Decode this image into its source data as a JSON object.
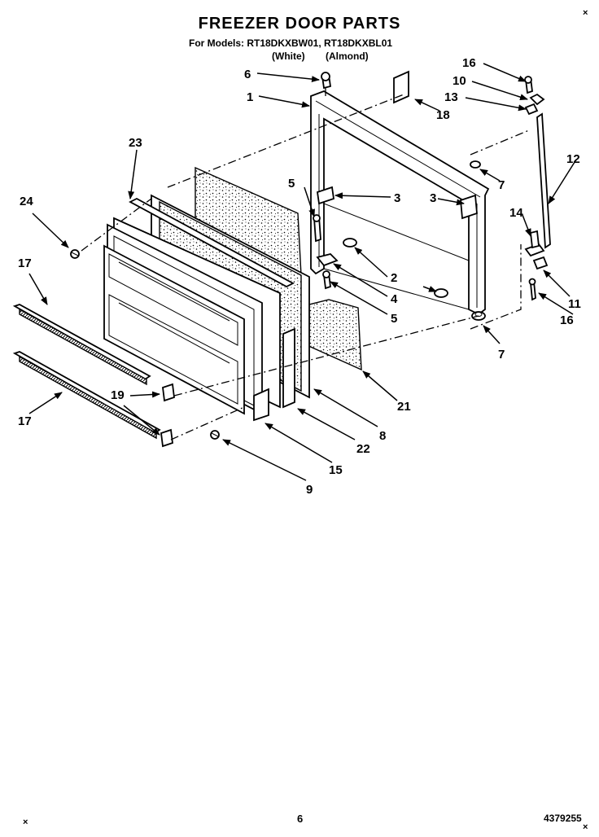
{
  "header": {
    "title": "FREEZER DOOR PARTS",
    "models_line": "For Models: RT18DKXBW01, RT18DKXBL01",
    "white_label": "(White)",
    "almond_label": "(Almond)"
  },
  "footer": {
    "page_number": "6",
    "doc_number": "4379255",
    "corner_mark_top": "×",
    "corner_mark_bottom_left": "×",
    "corner_mark_bottom_right": "×"
  },
  "callouts": {
    "c1": "1",
    "c2": "2",
    "c3a": "3",
    "c3b": "3",
    "c4": "4",
    "c5a": "5",
    "c5b": "5",
    "c6": "6",
    "c7a": "7",
    "c7b": "7",
    "c8": "8",
    "c9": "9",
    "c10": "10",
    "c11": "11",
    "c12": "12",
    "c13": "13",
    "c14": "14",
    "c15": "15",
    "c16a": "16",
    "c16b": "16",
    "c17a": "17",
    "c17b": "17",
    "c18": "18",
    "c19": "19",
    "c21": "21",
    "c22": "22",
    "c23": "23",
    "c24": "24"
  }
}
